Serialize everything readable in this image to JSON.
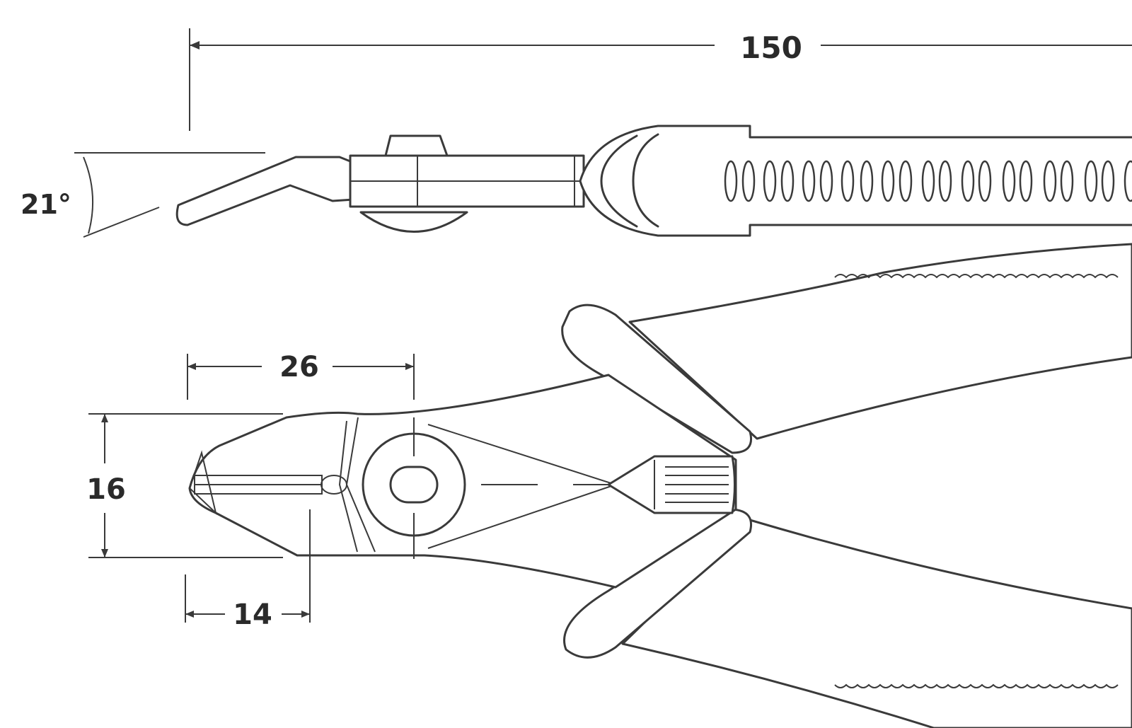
{
  "dimensions": {
    "overall_length": "150",
    "head_angle": "21°",
    "head_length": "26",
    "head_height": "16",
    "jaw_length": "14"
  },
  "colors": {
    "line": "#3a3a3a",
    "background": "#ffffff"
  }
}
